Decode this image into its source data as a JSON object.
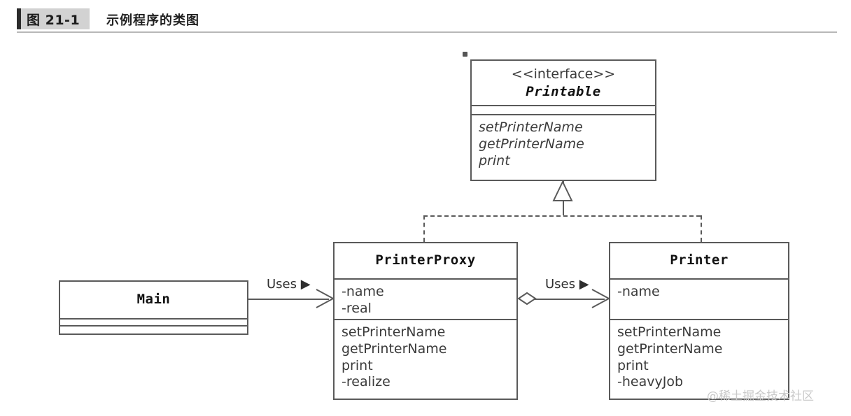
{
  "figure": {
    "number": "图 21-1",
    "title": "示例程序的类图"
  },
  "watermark": "@稀土掘金技术社区",
  "colors": {
    "stroke": "#5a5a5a",
    "text": "#3b3b3b",
    "header_box": "#d2d2d2",
    "header_bar": "#2c2c2c",
    "rule": "#b8b8b8",
    "watermark": "#c9c9c9"
  },
  "diagram": {
    "type": "uml-class-diagram",
    "classes": [
      {
        "id": "printable",
        "stereotype": "<<interface>>",
        "name": "Printable",
        "name_style": "bold-italic",
        "attributes": [],
        "methods": [
          "setPrinterName",
          "getPrinterName",
          "print"
        ],
        "method_style": "italic"
      },
      {
        "id": "main",
        "name": "Main",
        "name_style": "bold",
        "attributes": [],
        "methods": []
      },
      {
        "id": "printerproxy",
        "name": "PrinterProxy",
        "name_style": "bold",
        "attributes": [
          "-name",
          "-real"
        ],
        "methods": [
          "setPrinterName",
          "getPrinterName",
          "print",
          "-realize"
        ]
      },
      {
        "id": "printer",
        "name": "Printer",
        "name_style": "bold",
        "attributes": [
          "-name"
        ],
        "methods": [
          "setPrinterName",
          "getPrinterName",
          "print",
          "-heavyJob"
        ]
      }
    ],
    "relations": [
      {
        "id": "main-uses-printerproxy",
        "from": "main",
        "to": "printerproxy",
        "kind": "dependency",
        "label": "Uses ▶"
      },
      {
        "id": "printerproxy-uses-printer",
        "from": "printerproxy",
        "to": "printer",
        "kind": "aggregation-dependency",
        "label": "Uses ▶"
      },
      {
        "id": "printerproxy-realizes-printable",
        "from": "printerproxy",
        "to": "printable",
        "kind": "realization",
        "label": ""
      },
      {
        "id": "printer-realizes-printable",
        "from": "printer",
        "to": "printable",
        "kind": "realization",
        "label": ""
      }
    ]
  }
}
